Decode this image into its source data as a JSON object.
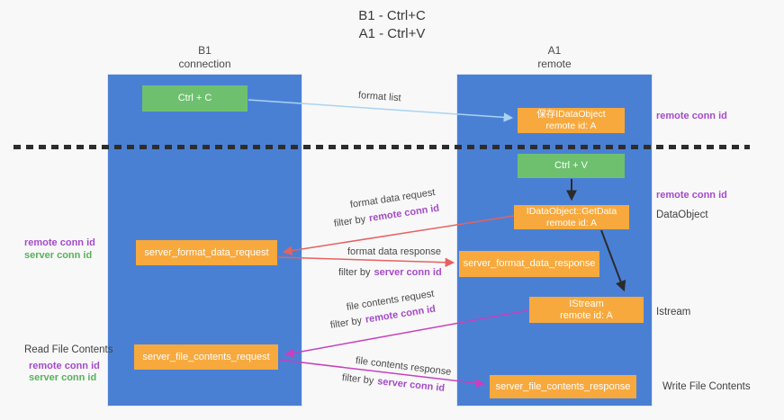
{
  "colors": {
    "column_blue": "#4a80d4",
    "box_green": "#6ec06f",
    "box_orange": "#f8a93d",
    "label_purple": "#a64ac9",
    "label_green": "#57b25a",
    "arrow_red": "#e6625f",
    "arrow_magenta": "#c840bd",
    "arrow_lightblue": "#a9d3f0",
    "arrow_black": "#2b2b2b"
  },
  "title": {
    "line1": "B1 - Ctrl+C",
    "line2": "A1 - Ctrl+V"
  },
  "lifelines": {
    "left": {
      "name": "B1",
      "role": "connection"
    },
    "right": {
      "name": "A1",
      "role": "remote"
    }
  },
  "nodes": {
    "ctrl_c": {
      "label": "Ctrl + C"
    },
    "ctrl_v": {
      "label": "Ctrl + V"
    },
    "save_idataobject": {
      "line1": "保存IDataObject",
      "line2": "remote id: A"
    },
    "getdata": {
      "line1": "IDataObject::GetData",
      "line2": "remote id: A"
    },
    "istream": {
      "line1": "IStream",
      "line2": "remote id: A"
    },
    "server_format_data_request": {
      "label": "server_format_data_request"
    },
    "server_format_data_response": {
      "label": "server_format_data_response"
    },
    "server_file_contents_request": {
      "label": "server_file_contents_request"
    },
    "server_file_contents_response": {
      "label": "server_file_contents_response"
    }
  },
  "arrow_labels": {
    "format_list": "format list",
    "format_data_request": "format data request",
    "format_data_response": "format data response",
    "file_contents_request": "file contents request",
    "file_contents_response": "file contents response",
    "filter_by": "filter by",
    "remote_conn_id": "remote conn id",
    "server_conn_id": "server conn id"
  },
  "side_labels": {
    "right_remote_conn_id_top": "remote conn id",
    "right_remote_conn_id_mid": "remote conn id",
    "dataobject": "DataObject",
    "istream": "Istream",
    "write_file_contents": "Write File Contents",
    "left_remote_conn_id_mid": "remote conn id",
    "left_server_conn_id_mid": "server conn id",
    "read_file_contents": "Read File Contents",
    "left_remote_conn_id_bottom": "remote conn id",
    "left_server_conn_id_bottom": "server conn id"
  }
}
